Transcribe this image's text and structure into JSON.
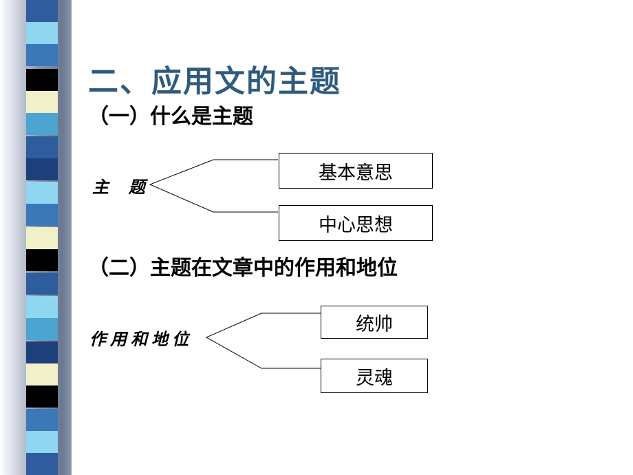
{
  "slide": {
    "title": "二、应用文的主题",
    "section1": {
      "heading": "（一）什么是主题",
      "root": "主  题",
      "branches": [
        "基本意思",
        "中心思想"
      ]
    },
    "section2": {
      "heading": "（二）主题在文章中的作用和地位",
      "root": "作用和地位",
      "branches": [
        "统帅",
        "灵魂"
      ]
    }
  },
  "colors": {
    "title": "#2f5b7c",
    "stripe_palette": [
      "#2e5c9c",
      "#4ba5d0",
      "#000000",
      "#8fd6f0",
      "#f1f0c8",
      "#3a78b8",
      "#1d3f7a"
    ]
  }
}
